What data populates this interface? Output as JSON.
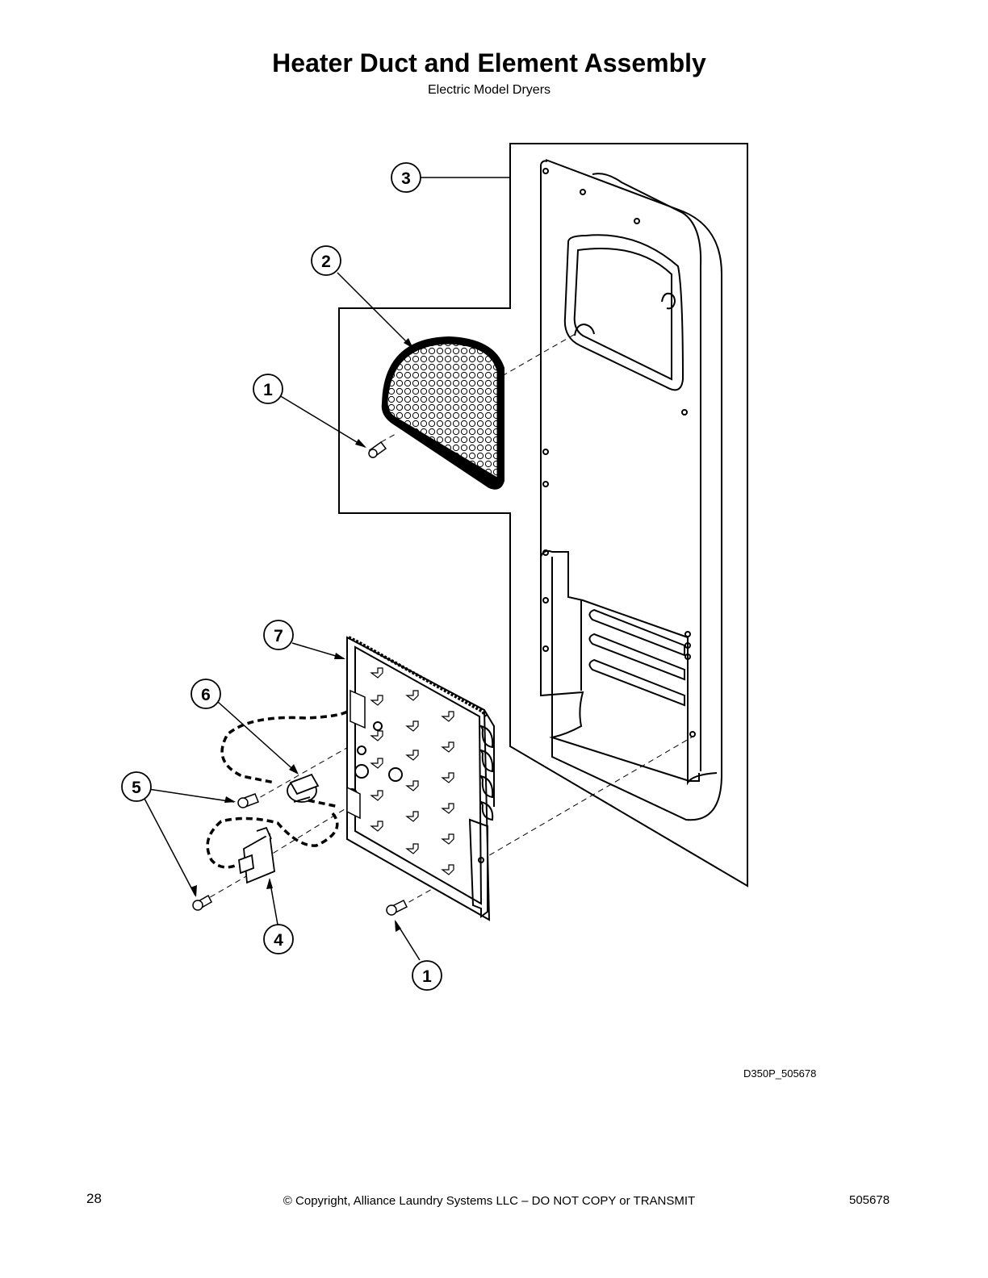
{
  "title": "Heater Duct and Element Assembly",
  "subtitle": "Electric Model Dryers",
  "callouts": [
    "1",
    "1",
    "2",
    "3",
    "4",
    "5",
    "6",
    "7"
  ],
  "drawing_code": "D350P_505678",
  "footer": {
    "page_number": "28",
    "copyright": "© Copyright, Alliance Laundry Systems LLC – DO NOT COPY or TRANSMIT",
    "doc_number": "505678"
  }
}
